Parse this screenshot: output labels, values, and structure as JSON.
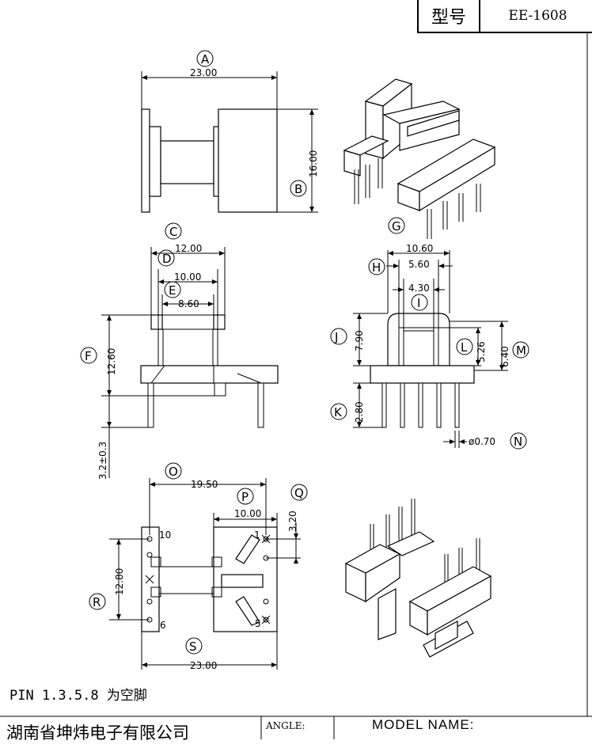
{
  "title_block": {
    "model_label": "型号",
    "model_value": "EE-1608"
  },
  "footer": {
    "pin_note": "PIN 1.3.5.8 为空脚",
    "company": "湖南省坤炜电子有限公司",
    "angle_label": "ANGLE:",
    "model_name_label": "MODEL NAME:"
  },
  "labels": {
    "A": "A",
    "B": "B",
    "C": "C",
    "D": "D",
    "E": "E",
    "F": "F",
    "G": "G",
    "H": "H",
    "I": "I",
    "J": "J",
    "K": "K",
    "L": "L",
    "M": "M",
    "N": "N",
    "O": "O",
    "P": "P",
    "Q": "Q",
    "R": "R",
    "S": "S"
  },
  "dims": {
    "A": "23.00",
    "B": "16.00",
    "C": "12.00",
    "D": "10.00",
    "E": "8.60",
    "F": "12.60",
    "F2": "3.2±0.3",
    "G": "10.60",
    "H": "5.60",
    "I": "4.30",
    "J": "7.90",
    "K": "2.80",
    "L": "5.26",
    "M": "6.40",
    "N": "ø0.70",
    "O": "19.50",
    "P": "10.00",
    "Q": "3.20",
    "R": "12.80",
    "S": "23.00"
  },
  "pin_numbers": {
    "p1": "1",
    "p5": "5",
    "p6": "6",
    "p10": "10"
  }
}
